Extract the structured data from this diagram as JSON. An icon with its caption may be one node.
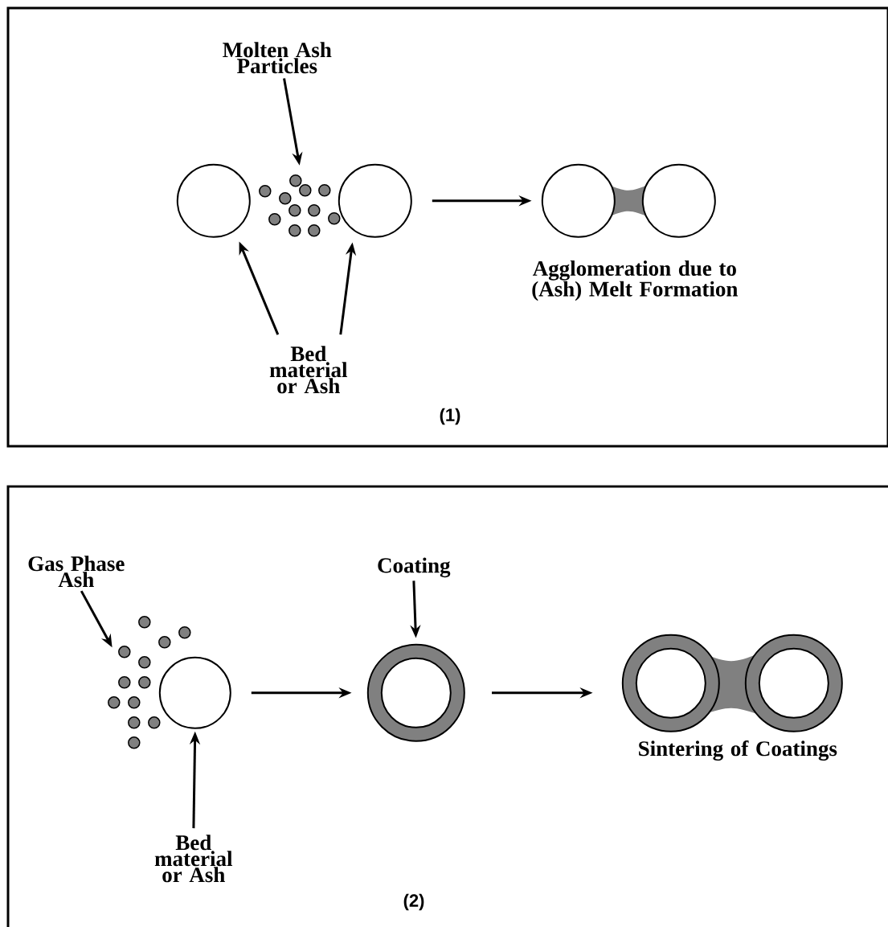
{
  "diagram": {
    "nodes": [
      {
        "text": [
          "(1)"
        ]
      },
      {
        "text": [
          "Molten Ash Particles"
        ],
        "in": 0
      },
      {
        "text": [],
        "shape": "dots",
        "in": 0
      },
      {
        "text": [],
        "shape": "circle",
        "in": 0
      },
      {
        "text": [],
        "shape": "circle",
        "in": 0
      },
      {
        "text": [
          "Bed material or Ash"
        ],
        "in": 0
      },
      {
        "text": [],
        "shape": "picture",
        "beside": [
          "Agglomeration due to (Ash) Melt Formation"
        ],
        "in": 0
      },
      {
        "text": [
          "(2)"
        ]
      },
      {
        "text": [
          "Gas Phase Ash"
        ],
        "in": 7
      },
      {
        "text": [],
        "shape": "dots",
        "in": 7
      },
      {
        "text": [],
        "shape": "circle",
        "in": 7
      },
      {
        "text": [
          "Bed material or Ash"
        ],
        "in": 7
      },
      {
        "text": [],
        "shape": "ring",
        "in": 7
      },
      {
        "text": [
          "Coating"
        ],
        "in": 7
      },
      {
        "text": [],
        "shape": "picture",
        "beside": [
          "Sintering of Coatings"
        ],
        "in": 7
      }
    ],
    "edges": [
      {
        "from": 1,
        "to": 2,
        "arrow": "to"
      },
      {
        "from": 5,
        "to": 3,
        "arrow": "to"
      },
      {
        "from": 5,
        "to": 4,
        "arrow": "to"
      },
      {
        "from": 4,
        "to": 6,
        "arrow": "to"
      },
      {
        "from": 8,
        "to": 9,
        "arrow": "to"
      },
      {
        "from": 11,
        "to": 10,
        "arrow": "to"
      },
      {
        "from": 10,
        "to": 12,
        "arrow": "to"
      },
      {
        "from": 13,
        "to": 12,
        "arrow": "to"
      },
      {
        "from": 12,
        "to": 14,
        "arrow": "to"
      }
    ]
  }
}
